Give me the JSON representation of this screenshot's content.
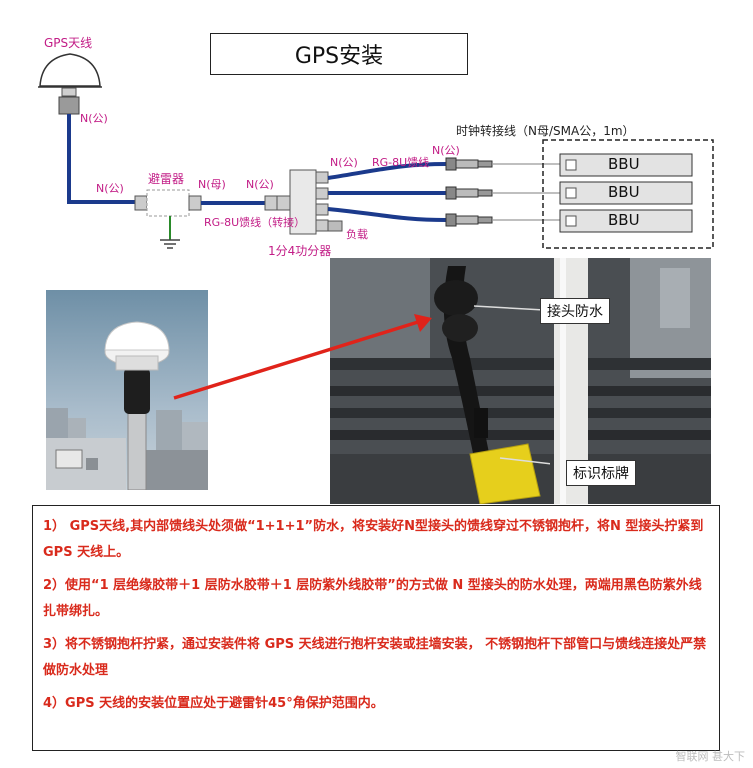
{
  "diagram": {
    "title": "GPS安装",
    "gps_antenna_label": "GPS天线",
    "n_male_1": "N(公)",
    "n_male_2": "N(公)",
    "lightning_arrester": "避雷器",
    "n_female": "N(母)",
    "n_male_3": "N(公)",
    "feeder_adapter": "RG-8U馈线（转接）",
    "n_male_4": "N(公)",
    "feeder": "RG-8U馈线",
    "n_male_5": "N(公)",
    "load": "负载",
    "splitter": "1分4功分器",
    "clock_cable": "时钟转接线（N母/SMA公，1m）",
    "bbu_labels": [
      "BBU",
      "BBU",
      "BBU"
    ]
  },
  "photos": {
    "callout_waterproof": "接头防水",
    "callout_tag": "标识标牌"
  },
  "notes": [
    "1） GPS天线,其内部馈线头处须做“1+1+1”防水，将安装好N型接头的馈线穿过不锈钢抱杆，将N 型接头拧紧到 GPS 天线上。",
    "2）使用“1 层绝缘胶带＋1 层防水胶带＋1 层防紫外线胶带”的方式做 N 型接头的防水处理，两端用黑色防紫外线扎带绑扎。",
    "3）将不锈钢抱杆拧紧，通过安装件将 GPS 天线进行抱杆安装或挂墙安装， 不锈钢抱杆下部管口与馈线连接处严禁做防水处理",
    "4）GPS 天线的安装位置应处于避雷针45°角保护范围内。"
  ],
  "watermark": "智联网 甚大下"
}
